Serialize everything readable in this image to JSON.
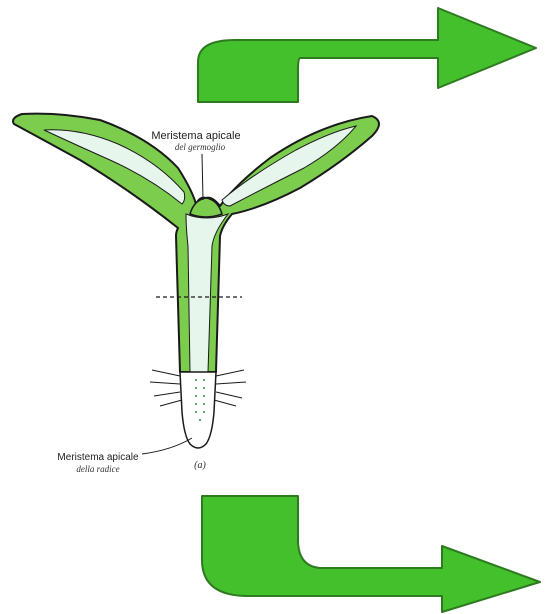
{
  "diagram": {
    "labels": {
      "shoot_meristem_title": "Meristema apicale",
      "shoot_meristem_sub": "del germoglio",
      "root_meristem_title": "Meristema apicale",
      "root_meristem_sub": "della radice",
      "part_marker": "(a)"
    },
    "colors": {
      "arrow_fill": "#44c02c",
      "arrow_stroke": "#2d7a1f",
      "tissue_fill": "#7ccc4e",
      "core_fill": "#e6f6ec",
      "outline": "#1a1a1a"
    },
    "icons": {
      "top_arrow": "curved-arrow-right-icon",
      "bottom_arrow": "curved-arrow-right-icon"
    }
  }
}
